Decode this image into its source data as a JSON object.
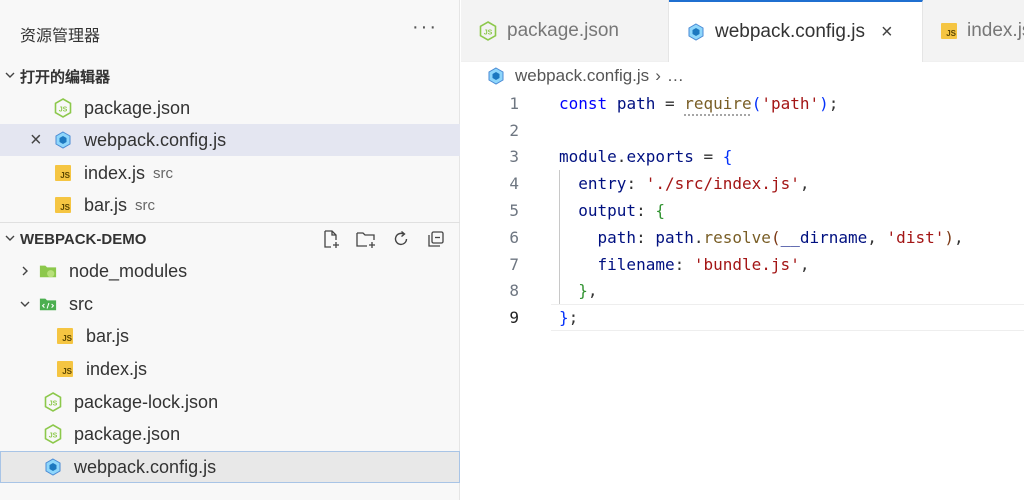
{
  "sidebar": {
    "title": "资源管理器",
    "more": "···",
    "open_editors": {
      "header": "打开的编辑器",
      "items": [
        {
          "name": "package.json",
          "desc": "",
          "icon": "nodejs-icon"
        },
        {
          "name": "webpack.config.js",
          "desc": "",
          "icon": "webpack-icon",
          "close": "×"
        },
        {
          "name": "index.js",
          "desc": "src",
          "icon": "js-icon"
        },
        {
          "name": "bar.js",
          "desc": "src",
          "icon": "js-icon"
        }
      ]
    },
    "project": {
      "header": "WEBPACK-DEMO",
      "tree": [
        {
          "name": "node_modules"
        },
        {
          "name": "src"
        },
        {
          "name": "bar.js"
        },
        {
          "name": "index.js"
        },
        {
          "name": "package-lock.json"
        },
        {
          "name": "package.json"
        },
        {
          "name": "webpack.config.js"
        }
      ]
    }
  },
  "tabs": [
    {
      "label": "package.json",
      "icon": "nodejs-icon"
    },
    {
      "label": "webpack.config.js",
      "icon": "webpack-icon",
      "close": "×"
    },
    {
      "label": "index.js",
      "icon": "js-icon"
    }
  ],
  "breadcrumb": {
    "file": "webpack.config.js",
    "rest": "…"
  },
  "code": {
    "line_numbers": [
      "1",
      "2",
      "3",
      "4",
      "5",
      "6",
      "7",
      "8",
      "9"
    ],
    "current_line": "9"
  },
  "colors": {
    "accent": "#1f6fd0",
    "keyword": "#0000ff",
    "variable": "#001080",
    "function": "#795e26",
    "string": "#a31515",
    "js_icon": "#f5c542",
    "node_green": "#8cc84b",
    "webpack_blue": "#4a8ad4"
  }
}
